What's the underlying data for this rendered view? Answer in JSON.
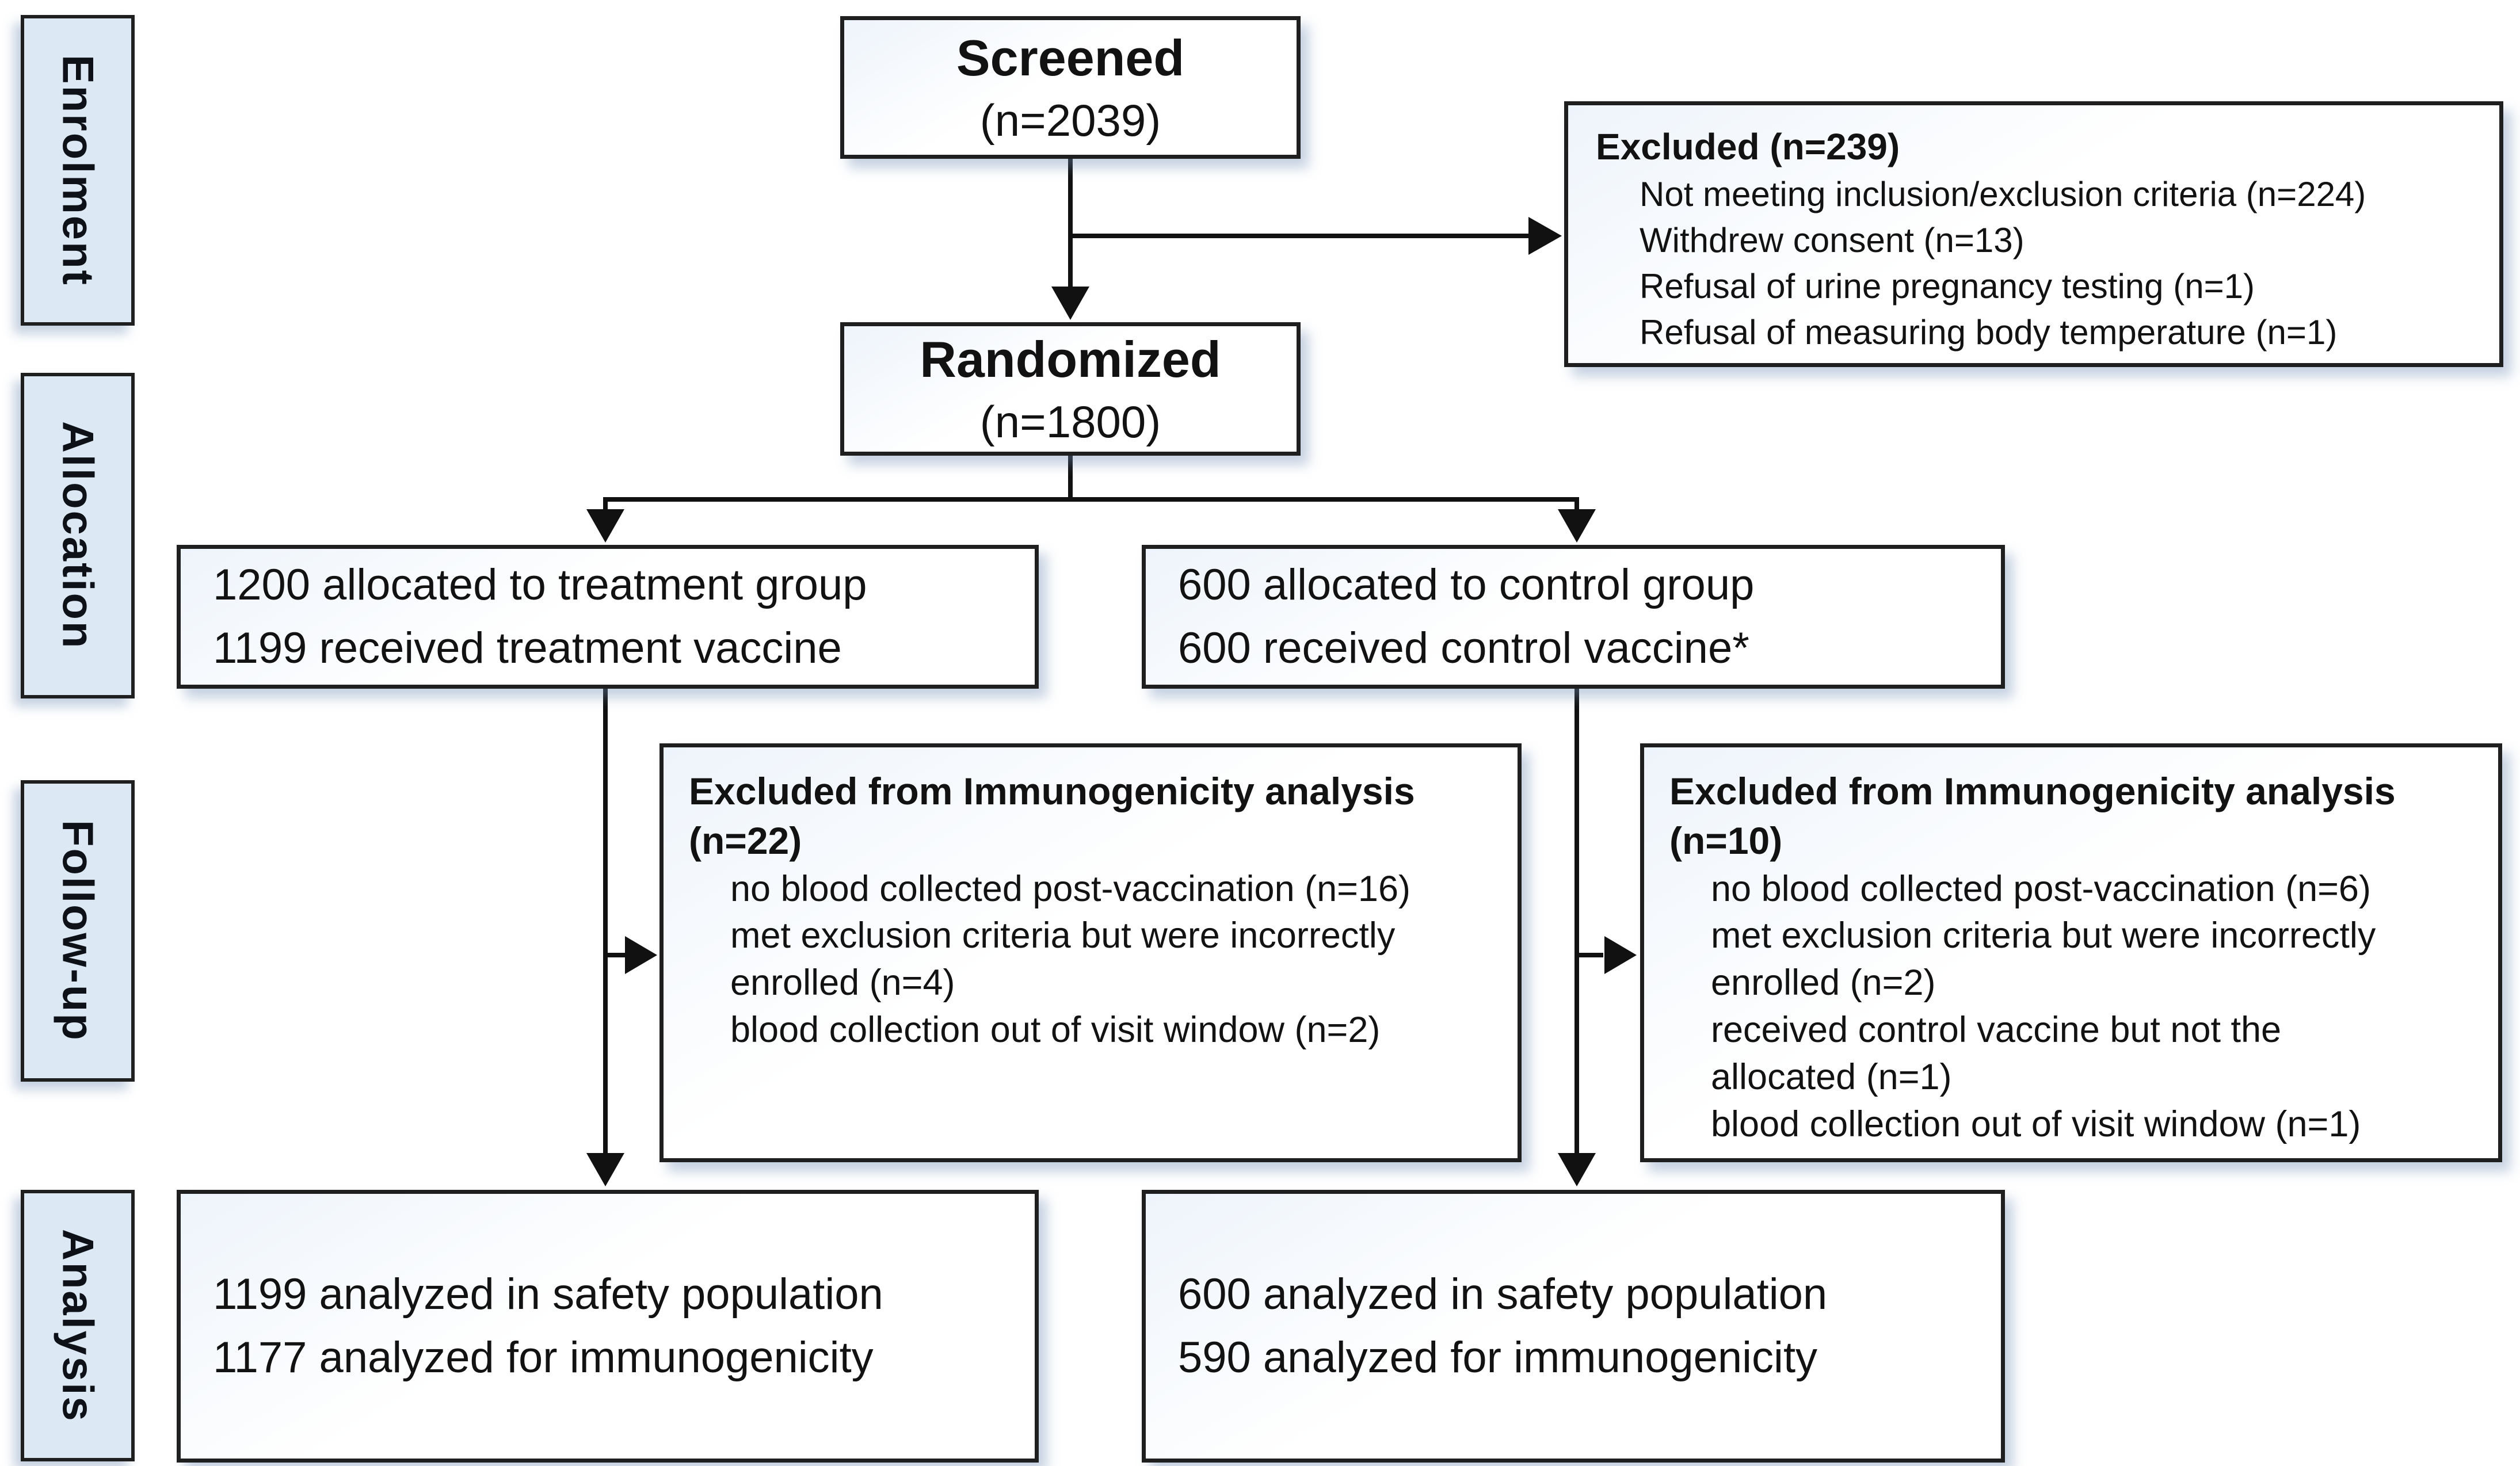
{
  "palette": {
    "box_border": "#1f1f1f",
    "box_fill": "#ffffff",
    "box_fill_tint": "#eef4fb",
    "sidebar_fill": "#dce8f4",
    "text": "#121212",
    "line": "#111111"
  },
  "sidebar": {
    "items": [
      {
        "label": "Enrolment"
      },
      {
        "label": "Allocation"
      },
      {
        "label": "Follow-up"
      },
      {
        "label": "Analysis"
      }
    ]
  },
  "screened": {
    "title": "Screened",
    "n": "(n=2039)"
  },
  "excluded_screening": {
    "title": "Excluded (n=239)",
    "items": [
      "Not meeting inclusion/exclusion criteria (n=224)",
      "Withdrew consent (n=13)",
      "Refusal of urine pregnancy testing (n=1)",
      "Refusal of measuring body temperature (n=1)"
    ]
  },
  "randomized": {
    "title": "Randomized",
    "n": "(n=1800)"
  },
  "allocation": {
    "treatment": {
      "lines": [
        "1200 allocated to treatment group",
        "1199 received treatment vaccine"
      ]
    },
    "control": {
      "lines": [
        "600 allocated to control group",
        "600 received control vaccine*"
      ]
    }
  },
  "followup": {
    "treatment": {
      "title": "Excluded from Immunogenicity analysis",
      "n": "(n=22)",
      "items": [
        "no blood collected post-vaccination (n=16)",
        "met exclusion criteria but were incorrectly",
        "enrolled (n=4)",
        "blood collection out of visit window (n=2)"
      ]
    },
    "control": {
      "title": "Excluded from Immunogenicity analysis",
      "n": "(n=10)",
      "items": [
        "no blood collected post-vaccination (n=6)",
        "met exclusion criteria but were incorrectly",
        "enrolled (n=2)",
        "received control vaccine but not the",
        "allocated (n=1)",
        "blood collection out of visit window (n=1)"
      ]
    }
  },
  "analysis": {
    "treatment": {
      "lines": [
        "1199 analyzed in safety population",
        "1177 analyzed for immunogenicity"
      ]
    },
    "control": {
      "lines": [
        "600 analyzed in safety population",
        "590 analyzed for immunogenicity"
      ]
    }
  }
}
